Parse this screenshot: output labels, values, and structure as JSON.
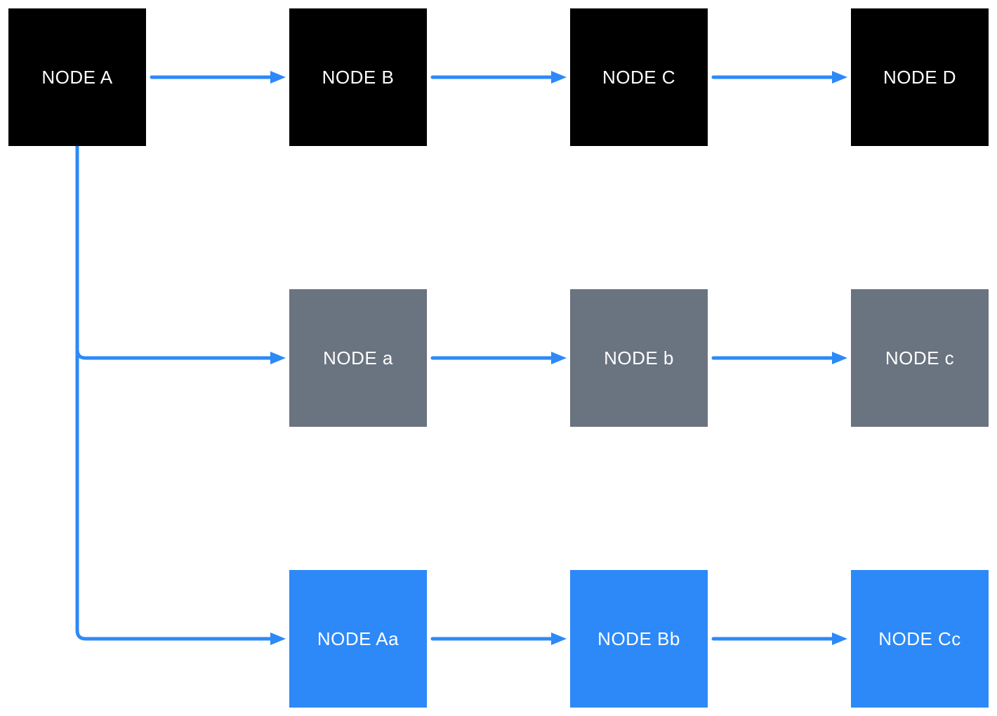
{
  "colors": {
    "background": "#ffffff",
    "node_black": "#000000",
    "node_gray": "#6a7380",
    "node_blue": "#2d89f7",
    "connector": "#2d89f7",
    "label_text": "#ffffff"
  },
  "nodes": [
    {
      "id": "A",
      "label": "NODE A",
      "row": 1,
      "col": 1,
      "variant": "black"
    },
    {
      "id": "B",
      "label": "NODE B",
      "row": 1,
      "col": 2,
      "variant": "black"
    },
    {
      "id": "C",
      "label": "NODE C",
      "row": 1,
      "col": 3,
      "variant": "black"
    },
    {
      "id": "D",
      "label": "NODE D",
      "row": 1,
      "col": 4,
      "variant": "black"
    },
    {
      "id": "a",
      "label": "NODE a",
      "row": 2,
      "col": 2,
      "variant": "gray"
    },
    {
      "id": "b",
      "label": "NODE b",
      "row": 2,
      "col": 3,
      "variant": "gray"
    },
    {
      "id": "c",
      "label": "NODE c",
      "row": 2,
      "col": 4,
      "variant": "gray"
    },
    {
      "id": "Aa",
      "label": "NODE Aa",
      "row": 3,
      "col": 2,
      "variant": "blue"
    },
    {
      "id": "Bb",
      "label": "NODE Bb",
      "row": 3,
      "col": 3,
      "variant": "blue"
    },
    {
      "id": "Cc",
      "label": "NODE Cc",
      "row": 3,
      "col": 4,
      "variant": "blue"
    }
  ],
  "edges": [
    {
      "from": "A",
      "to": "B"
    },
    {
      "from": "B",
      "to": "C"
    },
    {
      "from": "C",
      "to": "D"
    },
    {
      "from": "A",
      "to": "a"
    },
    {
      "from": "a",
      "to": "b"
    },
    {
      "from": "b",
      "to": "c"
    },
    {
      "from": "A",
      "to": "Aa"
    },
    {
      "from": "Aa",
      "to": "Bb"
    },
    {
      "from": "Bb",
      "to": "Cc"
    }
  ]
}
